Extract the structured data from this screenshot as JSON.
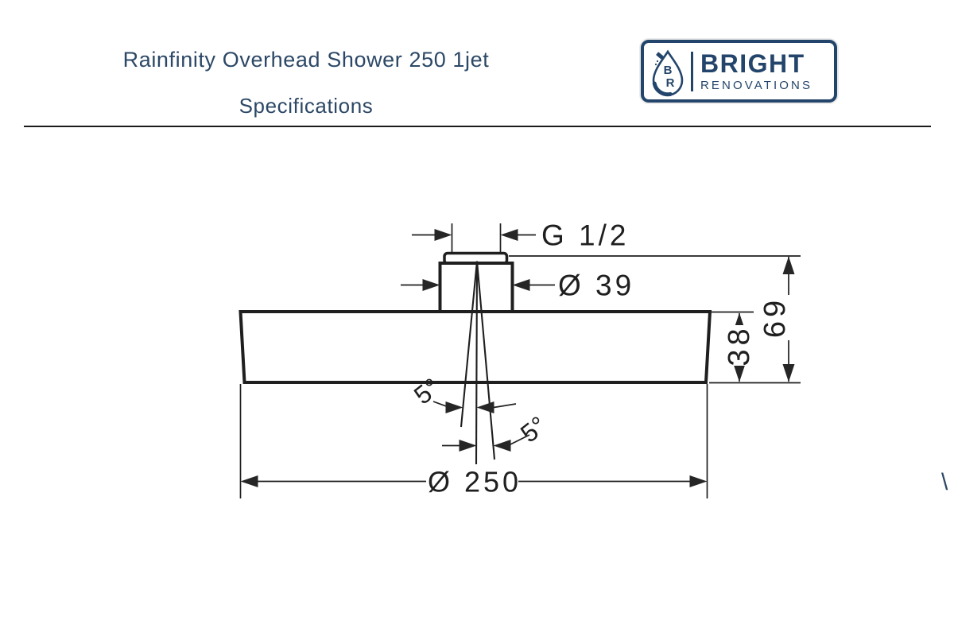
{
  "header": {
    "title_line1": "Rainfinity Overhead Shower 250 1jet",
    "title_line2": "Specifications",
    "title_color": "#2c4866"
  },
  "logo": {
    "brand_top": "BRIGHT",
    "brand_bottom": "RENOVATIONS",
    "monogram_top": "B",
    "monogram_bottom": "R",
    "color": "#24456b",
    "icon": "water-drop-shower-icon"
  },
  "drawing": {
    "type": "technical-dimension-diagram",
    "view": "overhead shower side elevation with spray angle detail",
    "line_color": "#1f1f1f",
    "labels": {
      "thread_size": "G 1/2",
      "hub_diameter": "Ø 39",
      "disc_thickness": "38",
      "overall_height": "69",
      "spray_angle_left": "5°",
      "spray_angle_right": "5°",
      "disc_diameter": "Ø 250"
    },
    "stray_mark": "\\"
  }
}
